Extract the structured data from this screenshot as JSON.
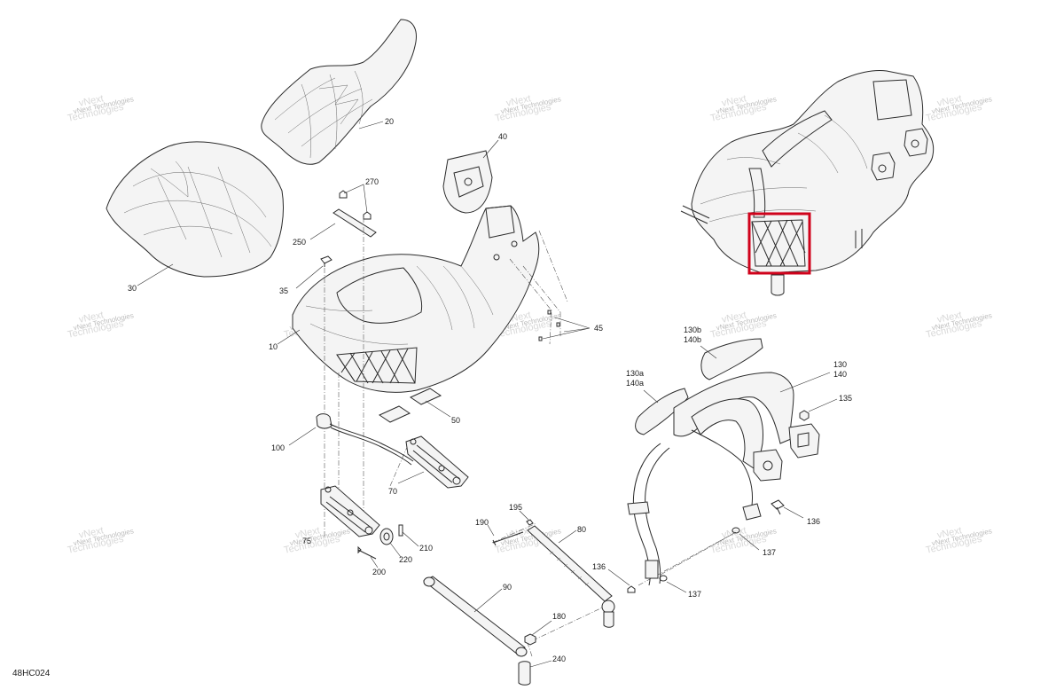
{
  "diagram_code": "48HC024",
  "watermark": {
    "line1": "vNext",
    "line2": "Technologies",
    "mid": "vNext Technologies"
  },
  "highlight_color": "#d0021b",
  "callouts": {
    "c20": "20",
    "c40": "40",
    "c270": "270",
    "c250": "250",
    "c30": "30",
    "c35": "35",
    "c10": "10",
    "c45": "45",
    "c50": "50",
    "c100": "100",
    "c70": "70",
    "c75": "75",
    "c210": "210",
    "c220": "220",
    "c200": "200",
    "c190": "190",
    "c195": "195",
    "c80": "80",
    "c90": "90",
    "c136a": "136",
    "c180": "180",
    "c240": "240",
    "c130b": "130b",
    "c140b": "140b",
    "c130a": "130a",
    "c140a": "140a",
    "c130": "130",
    "c140": "140",
    "c135": "135",
    "c136b": "136",
    "c137a": "137",
    "c137b": "137"
  }
}
